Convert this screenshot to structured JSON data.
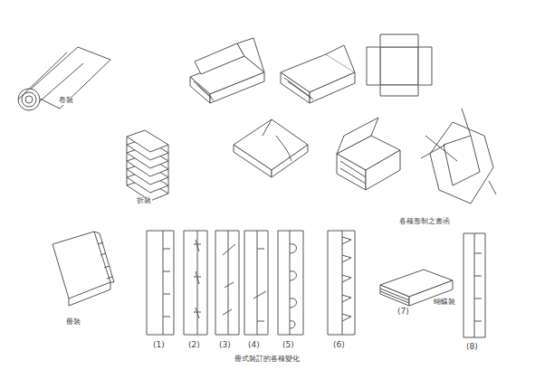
{
  "diagram": {
    "labels": [
      "卷裝",
      "折裝",
      "各種形制之書函",
      "冊裝",
      "(1)",
      "(2)",
      "(3)",
      "(4)",
      "(5)",
      "(6)",
      "蝴蝶裝",
      "(7)",
      "(8)",
      "冊式裝訂的各種變化"
    ]
  }
}
